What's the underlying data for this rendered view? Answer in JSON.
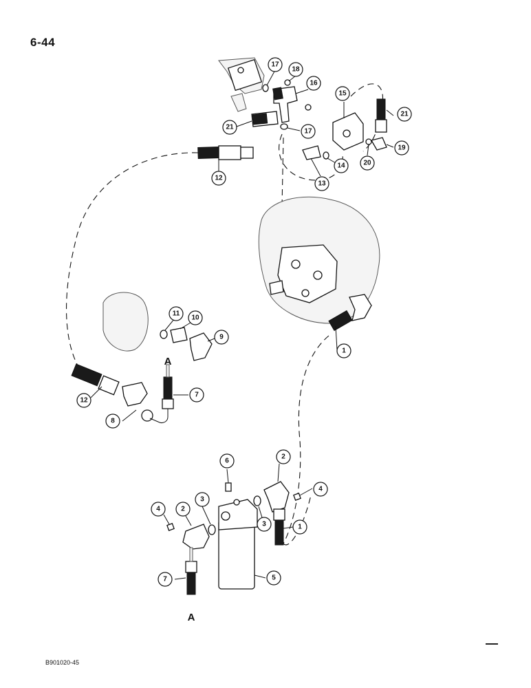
{
  "page_number": "6-44",
  "figure_code": "B901020-45",
  "ref_letters": {
    "upper": "A",
    "lower": "A"
  },
  "callouts": [
    {
      "id": "c17a",
      "label": "17"
    },
    {
      "id": "c18",
      "label": "18"
    },
    {
      "id": "c16",
      "label": "16"
    },
    {
      "id": "c15",
      "label": "15"
    },
    {
      "id": "c21a",
      "label": "21"
    },
    {
      "id": "c21b",
      "label": "21"
    },
    {
      "id": "c17b",
      "label": "17"
    },
    {
      "id": "c19",
      "label": "19"
    },
    {
      "id": "c14",
      "label": "14"
    },
    {
      "id": "c20",
      "label": "20"
    },
    {
      "id": "c13",
      "label": "13"
    },
    {
      "id": "c12a",
      "label": "12"
    },
    {
      "id": "c11",
      "label": "11"
    },
    {
      "id": "c10",
      "label": "10"
    },
    {
      "id": "c9",
      "label": "9"
    },
    {
      "id": "c1a",
      "label": "1"
    },
    {
      "id": "c7a",
      "label": "7"
    },
    {
      "id": "c12b",
      "label": "12"
    },
    {
      "id": "c8",
      "label": "8"
    },
    {
      "id": "c6",
      "label": "6"
    },
    {
      "id": "c2a",
      "label": "2"
    },
    {
      "id": "c4a",
      "label": "4"
    },
    {
      "id": "c3a",
      "label": "3"
    },
    {
      "id": "c2b",
      "label": "2"
    },
    {
      "id": "c4b",
      "label": "4"
    },
    {
      "id": "c3b",
      "label": "3"
    },
    {
      "id": "c1b",
      "label": "1"
    },
    {
      "id": "c7b",
      "label": "7"
    },
    {
      "id": "c5",
      "label": "5"
    }
  ]
}
